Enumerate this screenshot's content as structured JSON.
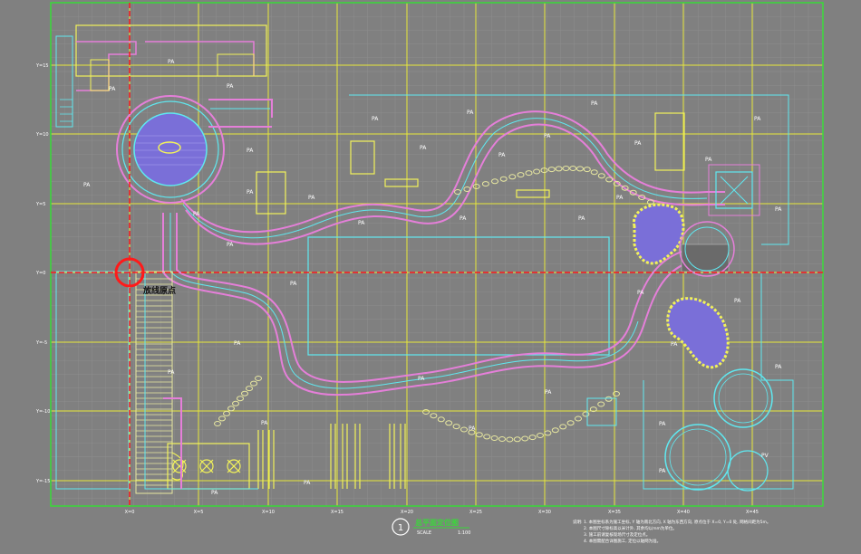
{
  "drawing": {
    "title": "总平面定位图",
    "scale_label": "SCALE",
    "scale_value": "1:100",
    "detail_number": "1",
    "origin_label": "放线原点",
    "notes": [
      "说明: 1. 本图坐标系为施工坐标, Y 轴为南北方向, X 轴为东西方向, 原点位于 X=0, Y=0 处, 网格间距为5m。",
      "2. 本图尺寸除标高以米计外, 其余均以mm为单位。",
      "3. 施工前请复核现场尺寸及定位点。",
      "4. 本图需配合详图施工, 定位以轴网为准。"
    ]
  },
  "axes": {
    "x_labels": [
      "X=0",
      "X=5",
      "X=10",
      "X=15",
      "X=20",
      "X=25",
      "X=30",
      "X=35",
      "X=40",
      "X=45"
    ],
    "y_labels": [
      "Y=15",
      "Y=10",
      "Y=5",
      "Y=0",
      "Y=-5",
      "Y=-10",
      "Y=-15"
    ]
  },
  "zones": {
    "label": "PA",
    "label_alt": "PV"
  },
  "colors": {
    "background": "#808080",
    "grid_major": "#e8e83a",
    "grid_minor": "#8e8e8e",
    "border": "#39d939",
    "cyan": "#5fe8f0",
    "magenta": "#e57fd9",
    "yellow": "#f2f25a",
    "water": "#7a6fd8",
    "origin": "#ff1a1a"
  }
}
